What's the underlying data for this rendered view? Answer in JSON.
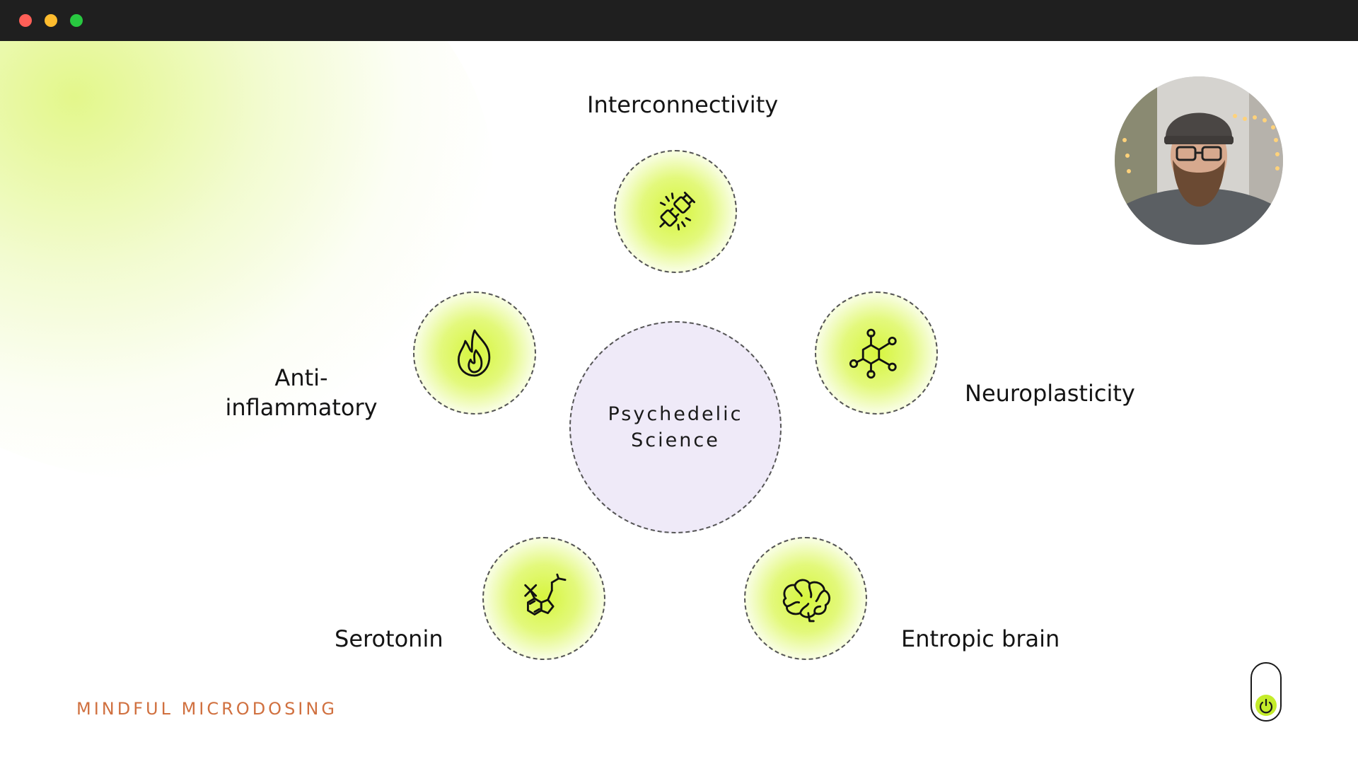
{
  "window": {
    "controls": [
      "close",
      "minimize",
      "maximize"
    ]
  },
  "diagram": {
    "center": {
      "label": "Psychedelic Science"
    },
    "nodes": [
      {
        "label": "Interconnectivity",
        "icon": "plug-connection-icon"
      },
      {
        "label": "Neuroplasticity",
        "icon": "molecule-network-icon"
      },
      {
        "label": "Entropic brain",
        "icon": "brain-icon"
      },
      {
        "label": "Serotonin",
        "icon": "serotonin-molecule-icon"
      },
      {
        "label": "Anti-inflammatory",
        "icon": "flame-icon"
      }
    ]
  },
  "footer": {
    "brand": "MINDFUL MICRODOSING"
  },
  "colors": {
    "accent_glow": "#d6f53c",
    "center_fill": "#efeaf8",
    "brand": "#d0703f",
    "titlebar": "#1f1f1f"
  },
  "presenter": {
    "icon": "presenter-webcam-avatar"
  },
  "control": {
    "icon": "power-toggle-icon"
  }
}
